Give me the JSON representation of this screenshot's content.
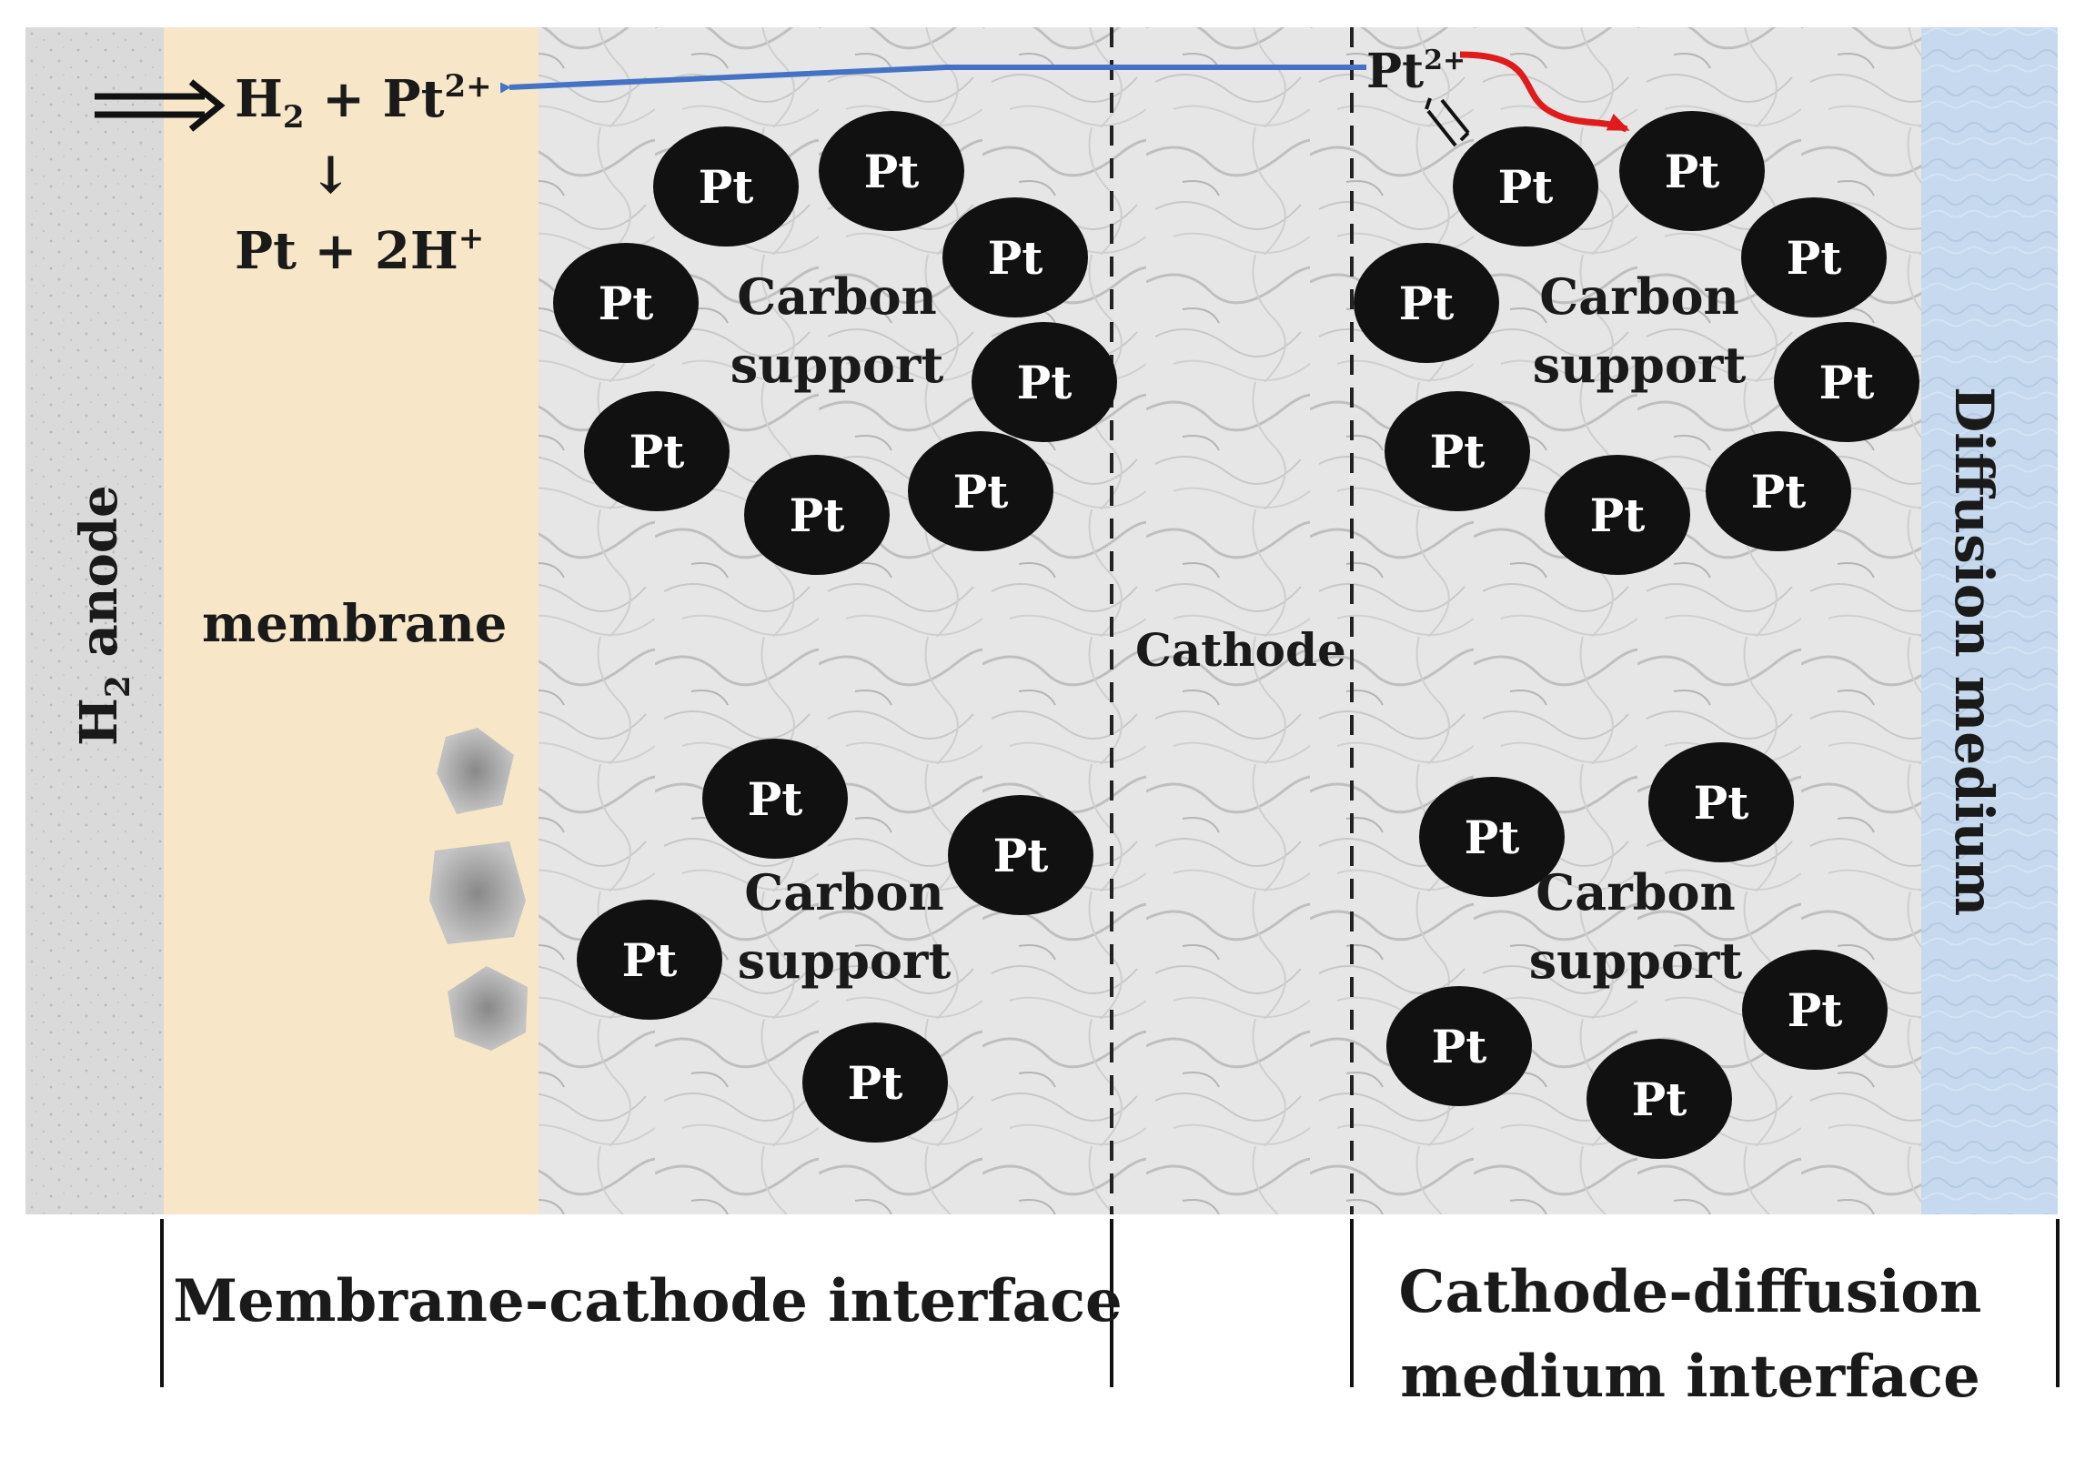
{
  "regions": {
    "anode": {
      "label_main": "H",
      "label_sub": "2",
      "label_rest": " anode"
    },
    "membrane": {
      "label": "membrane"
    },
    "cathode": {
      "label": "Cathode"
    },
    "diffusion": {
      "label": "Diffusion medium"
    }
  },
  "reaction": {
    "line1_h": "H",
    "line1_sub": "2",
    "line1_rest": " + Pt",
    "line1_sup": "2+",
    "arrow": "↓",
    "line2": "Pt + 2H",
    "line2_sup": "+"
  },
  "ion_label": {
    "base": "Pt",
    "sup": "2+"
  },
  "particle_label": "Pt",
  "support_label": {
    "line1": "Carbon",
    "line2": "support"
  },
  "bottom_labels": {
    "left": "Membrane-cathode interface",
    "right_line1": "Cathode-diffusion",
    "right_line2": "medium interface"
  },
  "colors": {
    "anode": "#d9d9d9",
    "membrane": "#f7e6c8",
    "cathode": "#e4e4e4",
    "diffusion": "#c9dbee",
    "particle": "#111111",
    "blue_arrow": "#4472c4",
    "red_arrow": "#e01b1b"
  }
}
